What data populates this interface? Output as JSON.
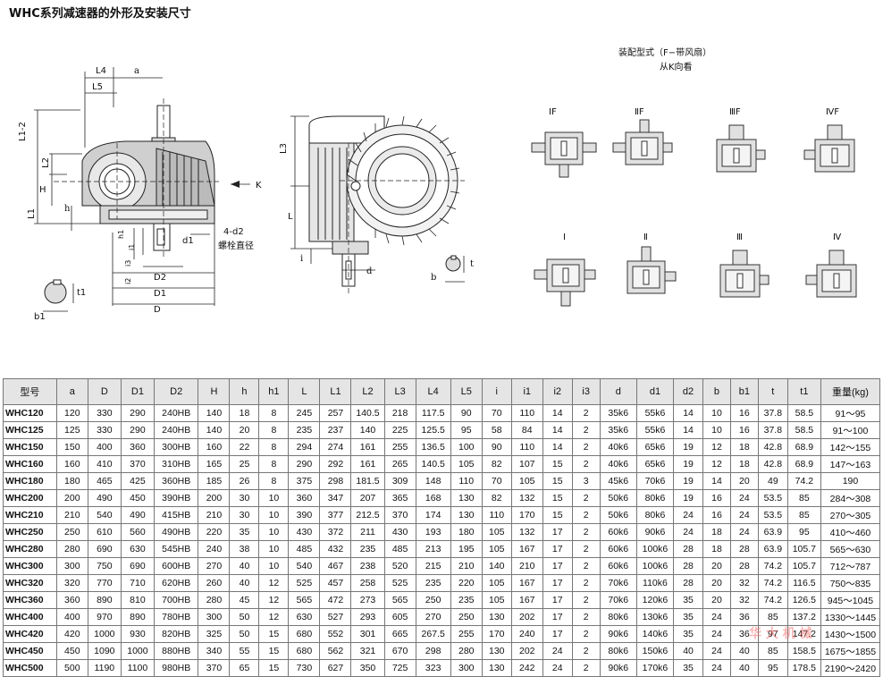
{
  "title": "WHC系列减速器的外形及安装尺寸",
  "assembly": {
    "title_line1": "装配型式（F−带风扇）",
    "title_line2": "从K向看",
    "fan_labels": [
      "ⅠF",
      "ⅡF",
      "ⅢF",
      "ⅣF"
    ],
    "plain_labels": [
      "Ⅰ",
      "Ⅱ",
      "Ⅲ",
      "Ⅳ"
    ]
  },
  "drawing_labels": {
    "L4": "L4",
    "a": "a",
    "L5": "L5",
    "L1_2": "L1-2",
    "L2": "L2",
    "H": "H",
    "L1": "L1",
    "h": "h",
    "K": "K",
    "h1": "h1",
    "i1": "i1",
    "i2": "i2",
    "i3": "i3",
    "d1": "d1",
    "bolt": "4-d2",
    "bolt_text": "螺栓直径",
    "D2": "D2",
    "D1": "D1",
    "D": "D",
    "t1": "t1",
    "b1": "b1",
    "L3": "L3",
    "L": "L",
    "i": "i",
    "d": "d",
    "t": "t",
    "b": "b"
  },
  "table": {
    "headers": [
      "型号",
      "a",
      "D",
      "D1",
      "D2",
      "H",
      "h",
      "h1",
      "L",
      "L1",
      "L2",
      "L3",
      "L4",
      "L5",
      "i",
      "i1",
      "i2",
      "i3",
      "d",
      "d1",
      "d2",
      "b",
      "b1",
      "t",
      "t1",
      "重量(kg)"
    ],
    "rows": [
      [
        "WHC120",
        "120",
        "330",
        "290",
        "240HB",
        "140",
        "18",
        "8",
        "245",
        "257",
        "140.5",
        "218",
        "117.5",
        "90",
        "70",
        "110",
        "14",
        "2",
        "35k6",
        "55k6",
        "14",
        "10",
        "16",
        "37.8",
        "58.5",
        "91～95"
      ],
      [
        "WHC125",
        "125",
        "330",
        "290",
        "240HB",
        "140",
        "20",
        "8",
        "235",
        "237",
        "140",
        "225",
        "125.5",
        "95",
        "58",
        "84",
        "14",
        "2",
        "35k6",
        "55k6",
        "14",
        "10",
        "16",
        "37.8",
        "58.5",
        "91～100"
      ],
      [
        "WHC150",
        "150",
        "400",
        "360",
        "300HB",
        "160",
        "22",
        "8",
        "294",
        "274",
        "161",
        "255",
        "136.5",
        "100",
        "90",
        "110",
        "14",
        "2",
        "40k6",
        "65k6",
        "19",
        "12",
        "18",
        "42.8",
        "68.9",
        "142～155"
      ],
      [
        "WHC160",
        "160",
        "410",
        "370",
        "310HB",
        "165",
        "25",
        "8",
        "290",
        "292",
        "161",
        "265",
        "140.5",
        "105",
        "82",
        "107",
        "15",
        "2",
        "40k6",
        "65k6",
        "19",
        "12",
        "18",
        "42.8",
        "68.9",
        "147～163"
      ],
      [
        "WHC180",
        "180",
        "465",
        "425",
        "360HB",
        "185",
        "26",
        "8",
        "375",
        "298",
        "181.5",
        "309",
        "148",
        "110",
        "70",
        "105",
        "15",
        "3",
        "45k6",
        "70k6",
        "19",
        "14",
        "20",
        "49",
        "74.2",
        "190"
      ],
      [
        "WHC200",
        "200",
        "490",
        "450",
        "390HB",
        "200",
        "30",
        "10",
        "360",
        "347",
        "207",
        "365",
        "168",
        "130",
        "82",
        "132",
        "15",
        "2",
        "50k6",
        "80k6",
        "19",
        "16",
        "24",
        "53.5",
        "85",
        "284～308"
      ],
      [
        "WHC210",
        "210",
        "540",
        "490",
        "415HB",
        "210",
        "30",
        "10",
        "390",
        "377",
        "212.5",
        "370",
        "174",
        "130",
        "110",
        "170",
        "15",
        "2",
        "50k6",
        "80k6",
        "24",
        "16",
        "24",
        "53.5",
        "85",
        "270～305"
      ],
      [
        "WHC250",
        "250",
        "610",
        "560",
        "490HB",
        "220",
        "35",
        "10",
        "430",
        "372",
        "211",
        "430",
        "193",
        "180",
        "105",
        "132",
        "17",
        "2",
        "60k6",
        "90k6",
        "24",
        "18",
        "24",
        "63.9",
        "95",
        "410～460"
      ],
      [
        "WHC280",
        "280",
        "690",
        "630",
        "545HB",
        "240",
        "38",
        "10",
        "485",
        "432",
        "235",
        "485",
        "213",
        "195",
        "105",
        "167",
        "17",
        "2",
        "60k6",
        "100k6",
        "28",
        "18",
        "28",
        "63.9",
        "105.7",
        "565～630"
      ],
      [
        "WHC300",
        "300",
        "750",
        "690",
        "600HB",
        "270",
        "40",
        "10",
        "540",
        "467",
        "238",
        "520",
        "215",
        "210",
        "140",
        "210",
        "17",
        "2",
        "60k6",
        "100k6",
        "28",
        "20",
        "28",
        "74.2",
        "105.7",
        "712～787"
      ],
      [
        "WHC320",
        "320",
        "770",
        "710",
        "620HB",
        "260",
        "40",
        "12",
        "525",
        "457",
        "258",
        "525",
        "235",
        "220",
        "105",
        "167",
        "17",
        "2",
        "70k6",
        "110k6",
        "28",
        "20",
        "32",
        "74.2",
        "116.5",
        "750～835"
      ],
      [
        "WHC360",
        "360",
        "890",
        "810",
        "700HB",
        "280",
        "45",
        "12",
        "565",
        "472",
        "273",
        "565",
        "250",
        "235",
        "105",
        "167",
        "17",
        "2",
        "70k6",
        "120k6",
        "35",
        "20",
        "32",
        "74.2",
        "126.5",
        "945～1045"
      ],
      [
        "WHC400",
        "400",
        "970",
        "890",
        "780HB",
        "300",
        "50",
        "12",
        "630",
        "527",
        "293",
        "605",
        "270",
        "250",
        "130",
        "202",
        "17",
        "2",
        "80k6",
        "130k6",
        "35",
        "24",
        "36",
        "85",
        "137.2",
        "1330～1445"
      ],
      [
        "WHC420",
        "420",
        "1000",
        "930",
        "820HB",
        "325",
        "50",
        "15",
        "680",
        "552",
        "301",
        "665",
        "267.5",
        "255",
        "170",
        "240",
        "17",
        "2",
        "90k6",
        "140k6",
        "35",
        "24",
        "36",
        "97",
        "147.2",
        "1430～1500"
      ],
      [
        "WHC450",
        "450",
        "1090",
        "1000",
        "880HB",
        "340",
        "55",
        "15",
        "680",
        "562",
        "321",
        "670",
        "298",
        "280",
        "130",
        "202",
        "24",
        "2",
        "80k6",
        "150k6",
        "40",
        "24",
        "40",
        "85",
        "158.5",
        "1675～1855"
      ],
      [
        "WHC500",
        "500",
        "1190",
        "1100",
        "980HB",
        "370",
        "65",
        "15",
        "730",
        "627",
        "350",
        "725",
        "323",
        "300",
        "130",
        "242",
        "24",
        "2",
        "90k6",
        "170k6",
        "35",
        "24",
        "40",
        "95",
        "178.5",
        "2190～2420"
      ]
    ]
  },
  "watermark": "华 大 机 械"
}
